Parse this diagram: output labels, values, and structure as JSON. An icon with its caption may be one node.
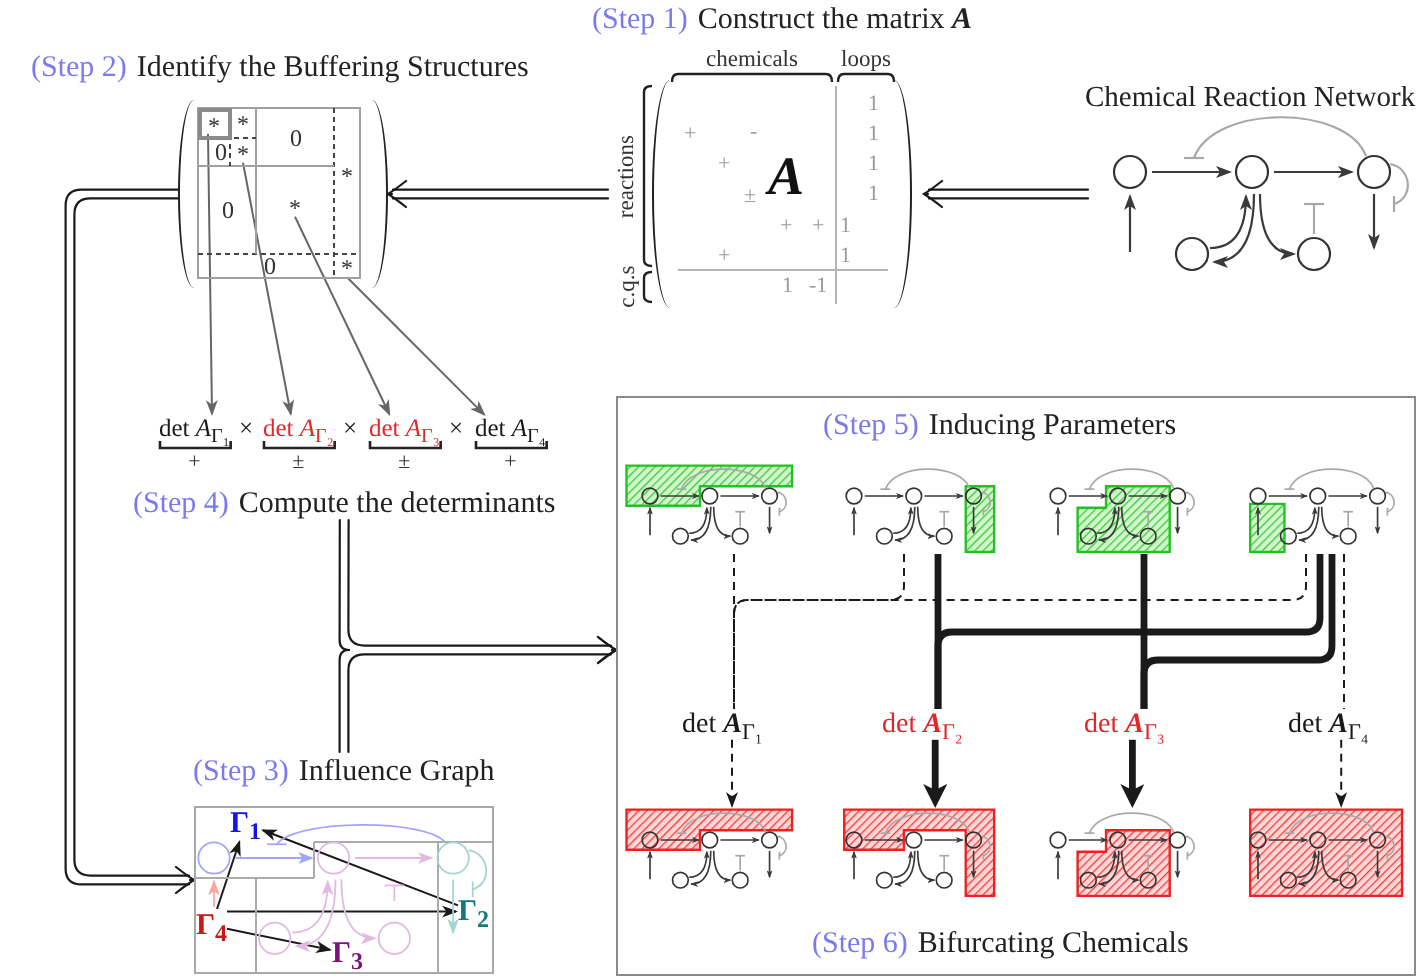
{
  "diagram": {
    "nodes": [
      {
        "text": [
          "chemicals",
          "loops",
          "reactions",
          "1",
          "+",
          "-",
          "1",
          "+",
          "A",
          "1",
          "±",
          "1",
          "+",
          "+",
          "1",
          "+",
          "1",
          "c.q.s",
          "1",
          "-1"
        ]
      },
      {
        "text": [
          "Chemical Reaction Network"
        ]
      },
      {
        "text": [
          "*",
          "0",
          "0",
          "*",
          "0",
          "0"
        ]
      },
      {
        "text": [
          "*"
        ],
        "in": 2
      },
      {
        "text": [
          "*"
        ],
        "in": 2
      },
      {
        "text": [
          "*"
        ],
        "in": 2
      },
      {
        "text": [
          "*"
        ],
        "in": 2
      },
      {
        "text": [
          "det *A*$_{Γ₁}$"
        ],
        "beside": [
          "+"
        ]
      },
      {
        "text": [
          "det *A*$_{Γ₂}$"
        ],
        "beside": [
          "±"
        ]
      },
      {
        "text": [
          "det *A*$_{Γ₃}$"
        ],
        "beside": [
          "±"
        ]
      },
      {
        "text": [
          "det *A*$_{Γ₄}$"
        ],
        "beside": [
          "+"
        ]
      },
      {
        "text": [
          "(Step 4)",
          "Compute the determinants"
        ]
      },
      {
        "text": [
          "(Step 3)",
          "Influence Graph"
        ]
      },
      {
        "text": [
          "Γ$_{1}$"
        ],
        "in": 12
      },
      {
        "text": [
          "Γ$_{2}$"
        ],
        "in": 12
      },
      {
        "text": [
          "Γ$_{4}$"
        ],
        "in": 12
      },
      {
        "text": [
          "Γ$_{3}$"
        ],
        "in": 12
      },
      {
        "text": [
          "(Step 5)",
          "Inducing Parameters",
          "(Step 6)",
          "Bifurcating Chemicals"
        ]
      },
      {
        "text": [],
        "shape": "picture",
        "in": 17
      },
      {
        "text": [],
        "shape": "picture",
        "in": 17
      },
      {
        "text": [],
        "shape": "picture",
        "in": 17
      },
      {
        "text": [],
        "shape": "picture",
        "in": 17
      },
      {
        "text": [
          "det **A**$_{Γ₁}$"
        ],
        "in": 17
      },
      {
        "text": [
          "det **A**$_{Γ₂}$"
        ],
        "in": 17
      },
      {
        "text": [
          "det **A**$_{Γ₃}$"
        ],
        "in": 17
      },
      {
        "text": [
          "det **A**$_{Γ₄}$"
        ],
        "in": 17
      },
      {
        "text": [],
        "shape": "picture",
        "in": 17
      },
      {
        "text": [],
        "shape": "picture",
        "in": 17
      },
      {
        "text": [],
        "shape": "picture",
        "in": 17
      },
      {
        "text": [],
        "shape": "picture",
        "in": 17
      }
    ],
    "edges": [
      {
        "from": 1,
        "to": 0,
        "arrow": "to"
      },
      {
        "from": 0,
        "to": 2,
        "arrow": "to"
      },
      {
        "from": 2,
        "to": 12,
        "arrow": "to"
      },
      {
        "from": 3,
        "to": 7,
        "arrow": "to",
        "color": "#666666"
      },
      {
        "from": 4,
        "to": 8,
        "arrow": "to",
        "color": "#666666"
      },
      {
        "from": 5,
        "to": 9,
        "arrow": "to",
        "color": "#666666"
      },
      {
        "from": 6,
        "to": 10,
        "arrow": "to",
        "color": "#666666"
      },
      {
        "from": 11,
        "to": 17,
        "arrow": "to"
      },
      {
        "from": 12,
        "to": 17,
        "arrow": "to"
      },
      {
        "from": 15,
        "to": 13,
        "arrow": "to"
      },
      {
        "from": 14,
        "to": 13,
        "arrow": "to"
      },
      {
        "from": 15,
        "to": 14,
        "arrow": "to"
      },
      {
        "from": 15,
        "to": 16,
        "arrow": "to"
      },
      {
        "from": 18,
        "to": 22,
        "arrow": "none",
        "style": "dashed"
      },
      {
        "from": 19,
        "to": 22,
        "arrow": "none",
        "style": "dashed"
      },
      {
        "from": 21,
        "to": 22,
        "arrow": "none",
        "style": "dashed"
      },
      {
        "from": 21,
        "to": 25,
        "arrow": "none",
        "style": "dashed"
      },
      {
        "from": 19,
        "to": 23,
        "arrow": "none",
        "style": "thick"
      },
      {
        "from": 21,
        "to": 23,
        "arrow": "none",
        "style": "thick"
      },
      {
        "from": 20,
        "to": 24,
        "arrow": "none",
        "style": "thick"
      },
      {
        "from": 21,
        "to": 24,
        "arrow": "none",
        "style": "thick"
      },
      {
        "from": 22,
        "to": 26,
        "arrow": "to",
        "style": "dashed"
      },
      {
        "from": 23,
        "to": 27,
        "arrow": "to",
        "style": "thick"
      },
      {
        "from": 24,
        "to": 28,
        "arrow": "to",
        "style": "thick"
      },
      {
        "from": 25,
        "to": 29,
        "arrow": "to",
        "style": "dashed"
      }
    ],
    "labels": [
      "(Step 1)",
      "Construct the matrix **A**",
      "(Step 2)",
      "Identify the Buffering Structures",
      "×",
      "×",
      "×"
    ]
  }
}
